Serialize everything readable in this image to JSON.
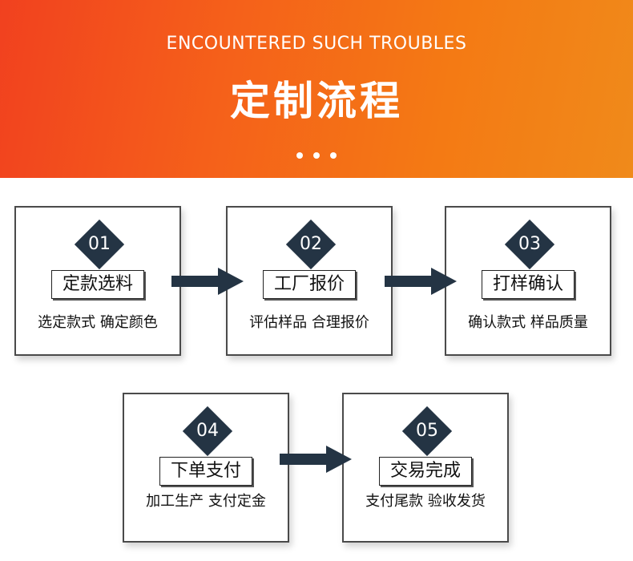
{
  "banner": {
    "subtitle": "ENCOUNTERED SUCH TROUBLES",
    "title": "定制流程",
    "color_start": "#f1411f",
    "color_end": "#f08a1a"
  },
  "accent_color": "#243444",
  "steps": [
    {
      "number": "01",
      "label": "定款选料",
      "description": "选定款式  确定颜色"
    },
    {
      "number": "02",
      "label": "工厂报价",
      "description": "评估样品  合理报价"
    },
    {
      "number": "03",
      "label": "打样确认",
      "description": "确认款式  样品质量"
    },
    {
      "number": "04",
      "label": "下单支付",
      "description": "加工生产  支付定金"
    },
    {
      "number": "05",
      "label": "交易完成",
      "description": "支付尾款  验收发货"
    }
  ],
  "connectors": [
    {
      "from": "01",
      "to": "02"
    },
    {
      "from": "02",
      "to": "03"
    },
    {
      "from": "04",
      "to": "05"
    }
  ]
}
